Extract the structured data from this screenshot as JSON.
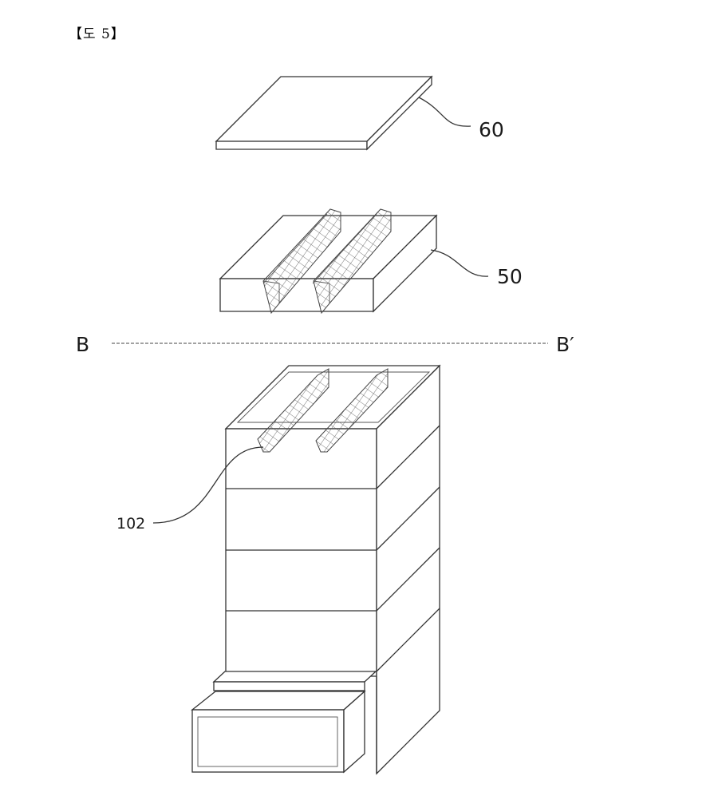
{
  "figure": {
    "label": "【도 5】"
  },
  "labels": {
    "cover": "60",
    "insert": "50",
    "section_left": "B",
    "section_right": "B′",
    "mesh": "102"
  },
  "colors": {
    "line": "#333333",
    "background": "#ffffff"
  }
}
